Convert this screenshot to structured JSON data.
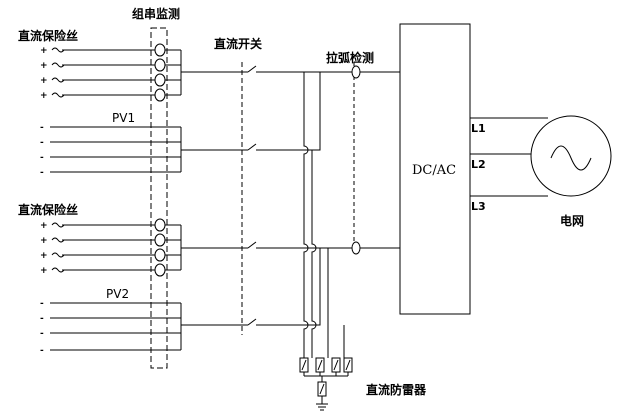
{
  "labels": {
    "string_monitor": "组串监测",
    "fuse_top": "直流保险丝",
    "fuse_bottom": "直流保险丝",
    "dc_switch": "直流开关",
    "arc_detection": "拉弧检测",
    "pv1": "PV1",
    "pv2": "PV2",
    "inverter": "DC/AC",
    "l1": "L1",
    "l2": "L2",
    "l3": "L3",
    "grid": "电网",
    "surge_protector": "直流防雷器"
  },
  "signs": {
    "plus": "+",
    "minus": "-"
  }
}
